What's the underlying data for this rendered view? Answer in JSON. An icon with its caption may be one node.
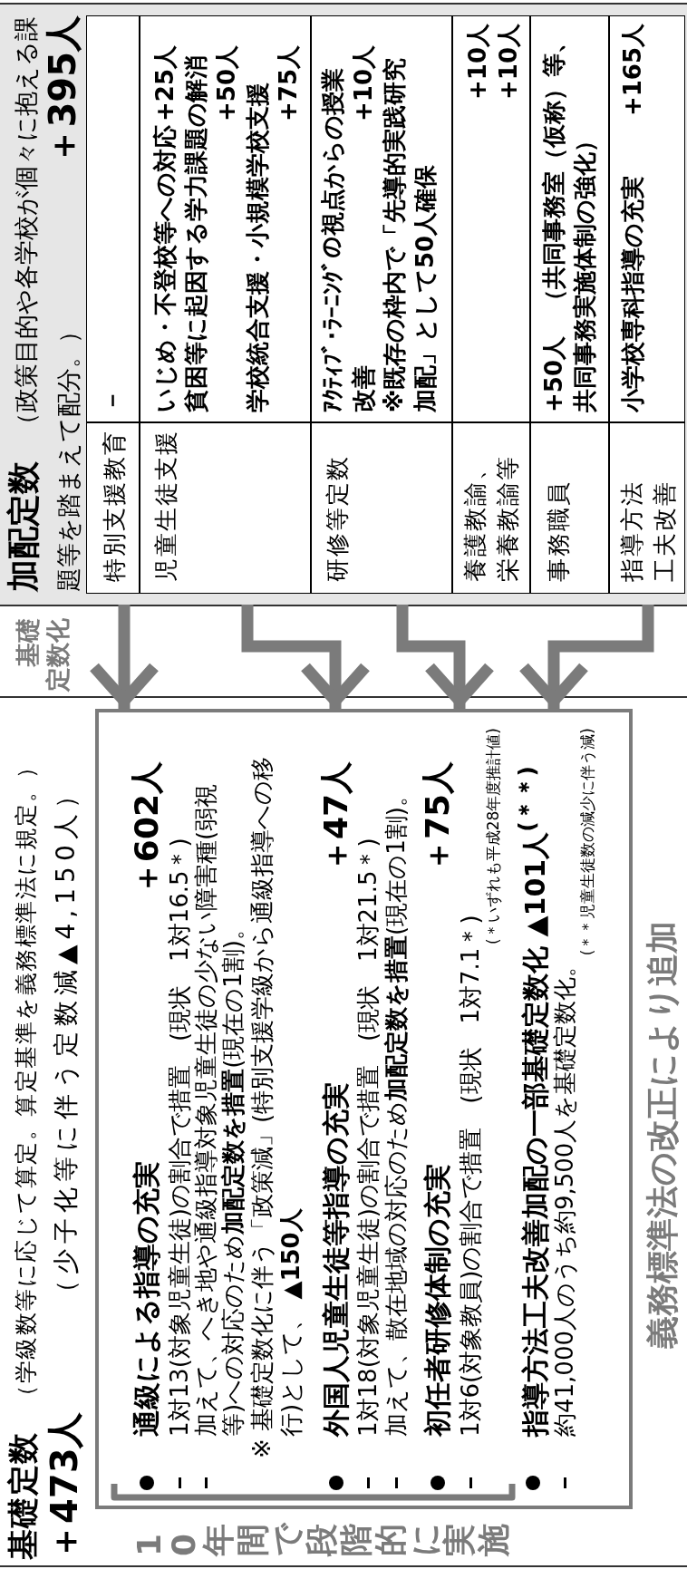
{
  "diagram": {
    "nodes": [
      {
        "text": [
          "**加配定数**　（政策目的や各学校が個々に抱える課題等を踏まえて配分。）",
          "＋395人"
        ]
      },
      {
        "text": [
          "特別支援教育"
        ],
        "in": 0
      },
      {
        "text": [
          "－"
        ],
        "in": 0
      },
      {
        "text": [
          "児童生徒支援"
        ],
        "in": 0
      },
      {
        "text": [
          "いじめ・不登校等への対応",
          "+25人",
          "貧困等に起因する学力課題の解消",
          "+50人",
          "学校統合支援・小規模学校支援",
          "+75人"
        ],
        "in": 0
      },
      {
        "text": [
          "研修等定数"
        ],
        "in": 0
      },
      {
        "text": [
          "ｱｸﾃｨﾌﾞ･ﾗｰﾆﾝｸﾞの視点からの授業改善",
          "+10人",
          "※既存の枠内で「先導的実践研究加配」として50人確保"
        ],
        "in": 0
      },
      {
        "text": [
          "養護教諭、栄養教諭等"
        ],
        "in": 0
      },
      {
        "text": [
          "+10人",
          "+10人"
        ],
        "in": 0
      },
      {
        "text": [
          "事務職員"
        ],
        "in": 0
      },
      {
        "text": [
          "+50人　（共同事務室（仮称）等、共同事務実施体制の強化）"
        ],
        "in": 0
      },
      {
        "text": [
          "指導方法工夫改善"
        ],
        "in": 0
      },
      {
        "text": [
          "小学校専科指導の充実",
          "+165人"
        ],
        "in": 0
      },
      {
        "text": [
          "通級による指導の充実",
          "＋602人",
          "1対13(対象児童生徒)の割合で措置　(現状　1対16.5＊)",
          "加えて、へき地や通級指導対象児童生徒の少ない障害種(弱視等)への対応のため**加配定数を措置**(現在の1割)。",
          "※ 基礎定数化に伴う「政策減」(特別支援学級から通級指導への移行)として、 **▲150人**",
          "外国人児童生徒等指導の充実",
          "＋47人",
          "1対18(対象児童生徒)の割合で措置　(現状　1対21.5＊)",
          "加えて、散在地域の対応のため**加配定数を措置**(現在の1割)。",
          "初任者研修体制の充実",
          "＋75人",
          "1対6(対象教員)の割合で措置　(現状　1対7.1＊)",
          "(＊いずれも平成28年度推計値)",
          "指導方法工夫改善加配の一部基礎定数化 ▲101人$^{(＊＊)}$",
          "約41,000人のうち約9,500人を基礎定数化。",
          "(＊＊児童生徒数の減少に伴う減)"
        ]
      }
    ],
    "edges": [
      {
        "from": 1,
        "to": 13,
        "arrow": "to"
      },
      {
        "from": 3,
        "to": 13,
        "arrow": "to"
      },
      {
        "from": 5,
        "to": 13,
        "arrow": "to"
      },
      {
        "from": 11,
        "to": 13,
        "arrow": "to"
      }
    ],
    "labels": [
      "基礎定数化",
      "**基礎定数**　（学級数等に応じて算定。算定基準を義務標準法に規定。）",
      "＋473人",
      "（少子化等に伴う定数減▲4,150人）",
      "10年間で段階的に実施",
      "義務標準法の改正により追加"
    ]
  }
}
